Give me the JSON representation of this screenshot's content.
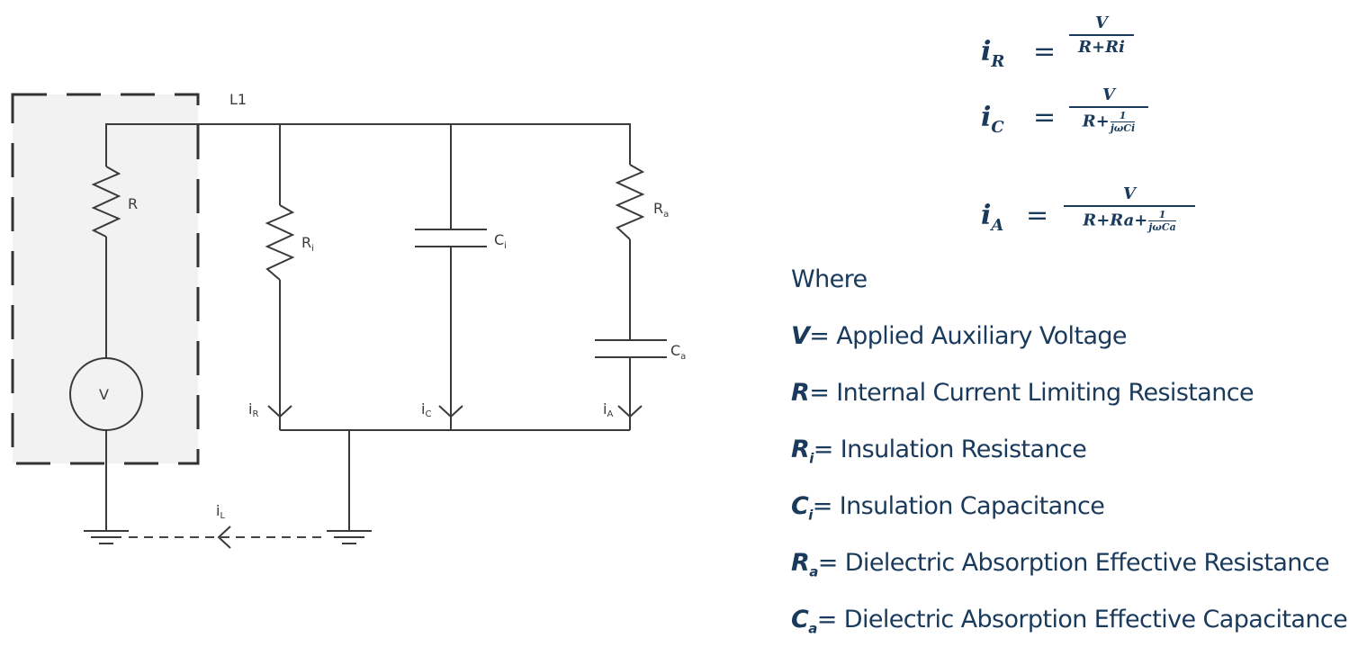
{
  "circuit": {
    "node_label": "L1",
    "source_label": "V",
    "components": [
      {
        "id": "R",
        "type": "resistor",
        "label": "R",
        "sub": ""
      },
      {
        "id": "Ri",
        "type": "resistor",
        "label": "R",
        "sub": "i"
      },
      {
        "id": "Ci",
        "type": "capacitor",
        "label": "C",
        "sub": "i"
      },
      {
        "id": "Ra",
        "type": "resistor",
        "label": "R",
        "sub": "a"
      },
      {
        "id": "Ca",
        "type": "capacitor",
        "label": "C",
        "sub": "a"
      }
    ],
    "currents": [
      {
        "label": "i",
        "sub": "R"
      },
      {
        "label": "i",
        "sub": "C"
      },
      {
        "label": "i",
        "sub": "A"
      },
      {
        "label": "i",
        "sub": "L"
      }
    ]
  },
  "equations": [
    {
      "lhs": "i",
      "lhs_sub": "R",
      "eq": "=",
      "num": "V",
      "den": "R+Ri"
    },
    {
      "lhs": "i",
      "lhs_sub": "C",
      "eq": "=",
      "num": "V",
      "den_prefix": "R+",
      "den_frac_num": "1",
      "den_frac_den": "jωCi"
    },
    {
      "lhs": "i",
      "lhs_sub": "A",
      "eq": "=",
      "num": "V",
      "den_prefix": "R+Ra+",
      "den_frac_num": "1",
      "den_frac_den": "jωCa"
    }
  ],
  "legend": {
    "heading": "Where",
    "items": [
      {
        "sym": "V",
        "sub": "",
        "text": "= Applied Auxiliary Voltage"
      },
      {
        "sym": "R",
        "sub": "",
        "text": "= Internal Current Limiting Resistance"
      },
      {
        "sym": "R",
        "sub": "i",
        "text": "= Insulation Resistance"
      },
      {
        "sym": "C",
        "sub": "i",
        "text": "= Insulation Capacitance"
      },
      {
        "sym": "R",
        "sub": "a",
        "text": "= Dielectric Absorption Effective Resistance"
      },
      {
        "sym": "C",
        "sub": "a",
        "text": "= Dielectric Absorption Effective Capacitance"
      }
    ]
  },
  "colors": {
    "text": "#1a3a5c",
    "wire": "#3a3a3a",
    "instrument_box": "#f2f2f2"
  }
}
